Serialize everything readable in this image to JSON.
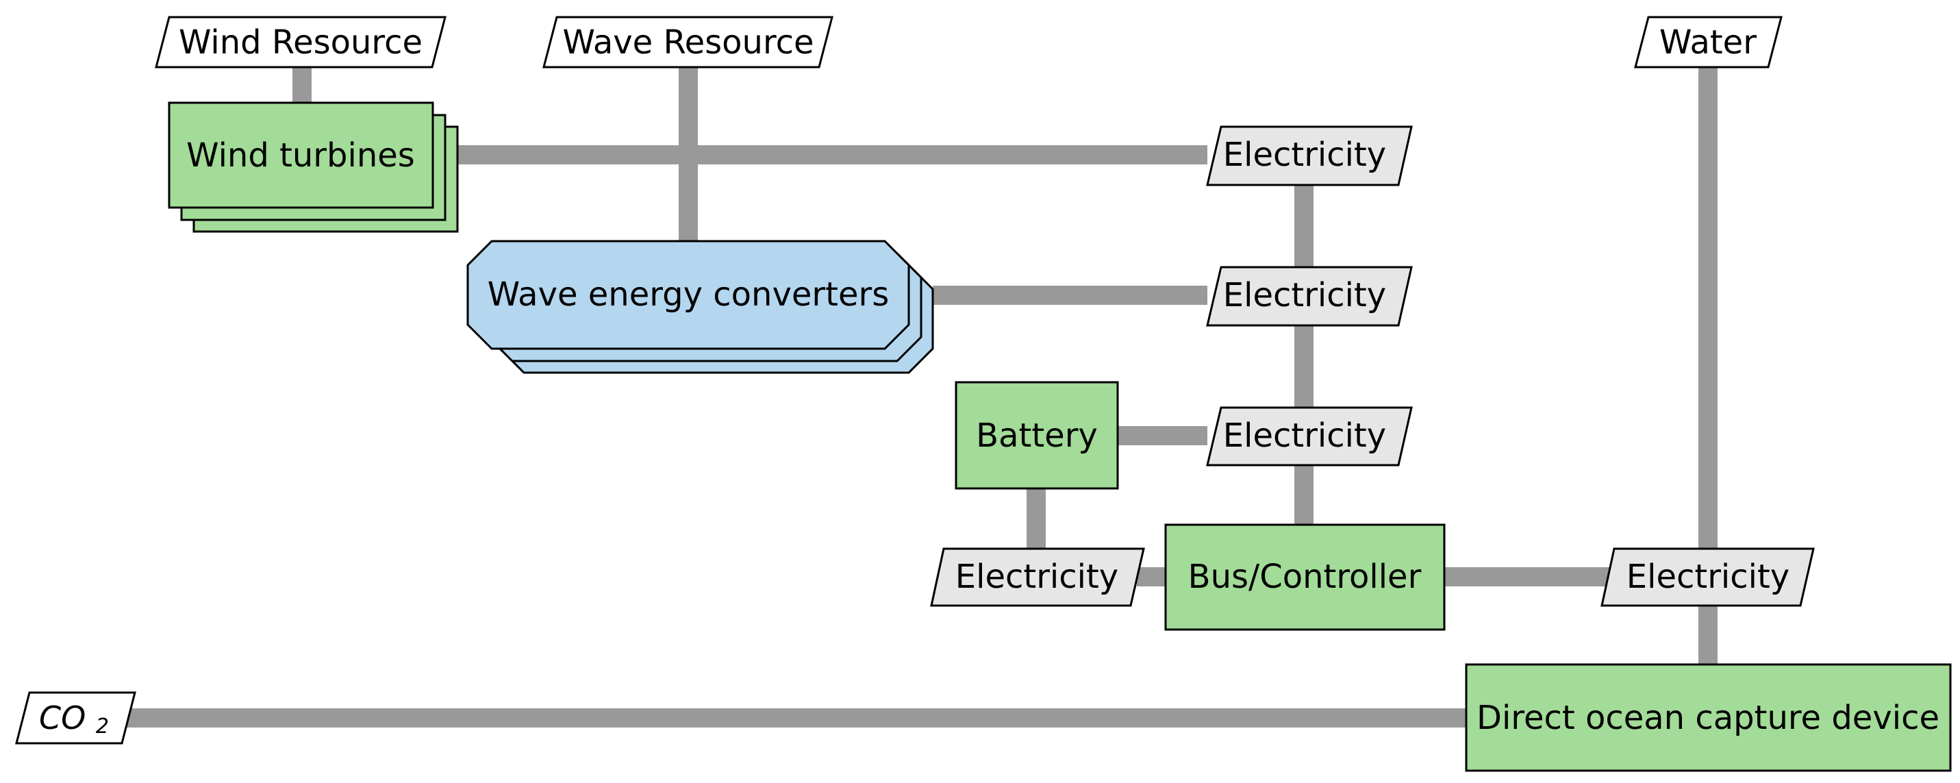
{
  "colors": {
    "connector": "#999999",
    "resource_fill": "#ffffff",
    "electricity_fill": "#e6e6e6",
    "component_fill": "#a3db98",
    "wave_converter_fill": "#b4d6ef",
    "outline": "#000000"
  },
  "nodes": {
    "wind_resource": "Wind Resource",
    "wave_resource": "Wave Resource",
    "water": "Water",
    "wind_turbines": "Wind turbines",
    "wave_energy_converters": "Wave energy converters",
    "battery": "Battery",
    "bus_controller": "Bus/Controller",
    "direct_ocean_capture_device": "Direct ocean capture device",
    "electricity": "Electricity",
    "co2": "CO2"
  }
}
